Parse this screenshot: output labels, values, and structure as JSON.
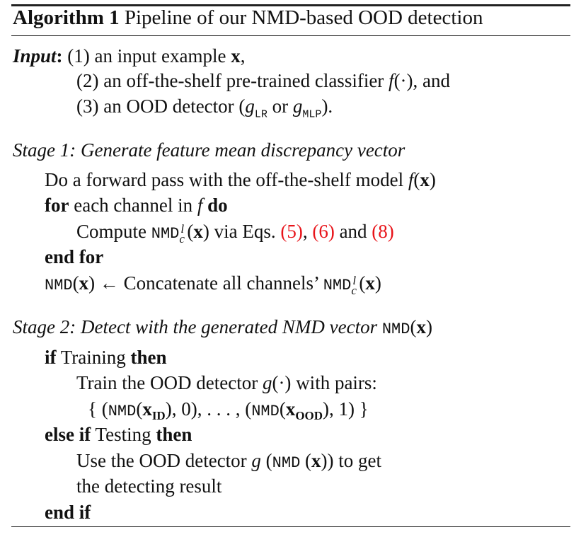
{
  "caption": {
    "label": "Algorithm 1",
    "title": "Pipeline of our NMD-based OOD detection"
  },
  "input": {
    "label": "Input",
    "colon": ":",
    "item1_pre": "(1) an input example ",
    "item1_var": "x",
    "item1_post": ",",
    "item2_pre": "(2) an off-the-shelf pre-trained classifier ",
    "item2_fn": "f",
    "item2_arg": "(·)",
    "item2_post": ", and",
    "item3_pre": "(3) an OOD detector (",
    "item3_g1": "g",
    "item3_g1_sub": "LR",
    "item3_or": " or ",
    "item3_g2": "g",
    "item3_g2_sub": "MLP",
    "item3_post": ")."
  },
  "stage1": {
    "heading": "Stage 1: Generate feature mean discrepancy vector",
    "forward_pre": "Do a forward pass with the off-the-shelf model ",
    "forward_fn": "f",
    "forward_open": "(",
    "forward_var": "x",
    "forward_close": ")",
    "for_kw": "for",
    "for_mid": " each channel in ",
    "for_var": "f",
    "do_kw": "do",
    "compute_pre": "Compute ",
    "compute_nmd": "NMD",
    "compute_sup": "l",
    "compute_sub": "c",
    "compute_open": "(",
    "compute_var": "x",
    "compute_mid": ") via Eqs. ",
    "eq1": "(5)",
    "sep1": ", ",
    "eq2": "(6)",
    "and": " and ",
    "eq3": "(8)",
    "endfor_kw": "end for",
    "concat_nmd": "NMD",
    "concat_open": "(",
    "concat_var": "x",
    "concat_close": ")",
    "concat_arrow": " ← Concatenate all channels’ ",
    "concat_nmd2": "NMD",
    "concat_sup": "l",
    "concat_sub": "c",
    "concat_open2": "(",
    "concat_var2": "x",
    "concat_close2": ")"
  },
  "stage2": {
    "heading": "Stage 2: Detect with the generated NMD vector ",
    "heading_nmd": "NMD",
    "heading_open": "(",
    "heading_var": "x",
    "heading_close": ")",
    "if_kw": "if",
    "if_cond": " Training ",
    "then_kw": "then",
    "train_pre": "Train the OOD detector ",
    "train_g": "g",
    "train_arg": "(·)",
    "train_post": " with pairs:",
    "pairs_open": "{ (",
    "pairs_nmd1": "NMD",
    "pairs_p1": "(",
    "pairs_x1": "x",
    "pairs_x1_sub": "ID",
    "pairs_mid1": "), 0), . . . , (",
    "pairs_nmd2": "NMD",
    "pairs_p2": "(",
    "pairs_x2": "x",
    "pairs_x2_sub": "OOD",
    "pairs_close": "), 1) }",
    "elseif_kw": "else if",
    "elseif_cond": " Testing ",
    "then2_kw": "then",
    "use_pre": "Use the OOD detector ",
    "use_g": "g",
    "use_open": " (",
    "use_nmd": "NMD",
    "use_open2": " (",
    "use_var": "x",
    "use_close": "))",
    "use_post": " to get",
    "use_line2": "the detecting result",
    "endif_kw": "end if"
  }
}
